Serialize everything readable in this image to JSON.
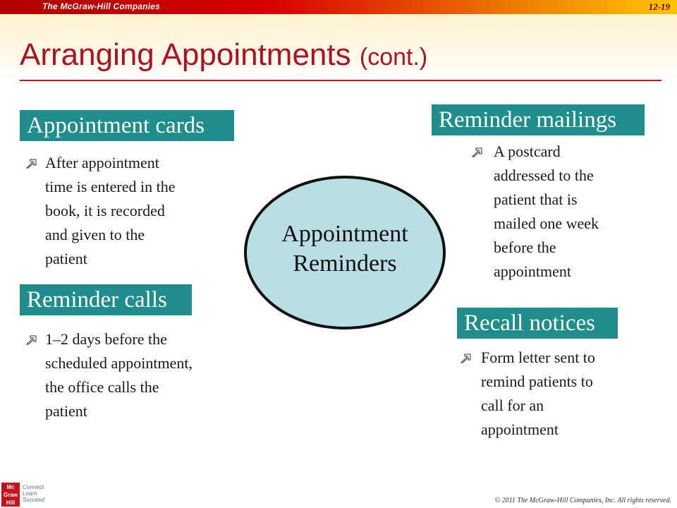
{
  "header": {
    "brand": "The McGraw-Hill Companies",
    "slide_number": "12-19"
  },
  "title": {
    "main": "Arranging Appointments",
    "suffix": "(cont.)"
  },
  "center": {
    "line1": "Appointment",
    "line2": "Reminders"
  },
  "sections": {
    "appointment_cards": {
      "label": "Appointment cards",
      "lines": [
        "After appointment",
        "time is entered in the",
        "book, it is recorded",
        "and given to the",
        "patient"
      ]
    },
    "reminder_mailings": {
      "label": "Reminder mailings",
      "lines": [
        "A postcard",
        "addressed to the",
        "patient that is",
        "mailed one week",
        "before the",
        "appointment"
      ]
    },
    "reminder_calls": {
      "label": "Reminder calls",
      "lines": [
        "1–2 days before the",
        "scheduled appointment,",
        "the office calls the",
        "patient"
      ]
    },
    "recall_notices": {
      "label": "Recall notices",
      "lines": [
        "Form letter sent to",
        "remind patients to",
        "call for an",
        "appointment"
      ]
    }
  },
  "footer": {
    "logo_lines": [
      "Mc",
      "Graw",
      "Hill"
    ],
    "tagline": [
      "Connect",
      "Learn",
      "Succeed"
    ],
    "copyright": "© 2011 The McGraw-Hill Companies, Inc. All rights reserved."
  },
  "colors": {
    "title": "#b01020",
    "header_fill": "#1f8d8c",
    "oval_fill": "#b9dee3"
  }
}
